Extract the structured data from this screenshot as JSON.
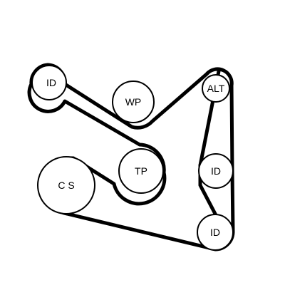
{
  "diagram": {
    "colors": {
      "belt": "#000000",
      "pulley_fill": "#ffffff",
      "pulley_stroke": "#000000",
      "background": "#ffffff"
    },
    "pulleys": [
      {
        "id": "id-top-left",
        "label": "ID"
      },
      {
        "id": "wp",
        "label": "WP"
      },
      {
        "id": "alt",
        "label": "ALT"
      },
      {
        "id": "tp",
        "label": "TP"
      },
      {
        "id": "id-right-mid",
        "label": "ID"
      },
      {
        "id": "cs",
        "label": "C S"
      },
      {
        "id": "id-bottom-right",
        "label": "ID"
      }
    ]
  }
}
